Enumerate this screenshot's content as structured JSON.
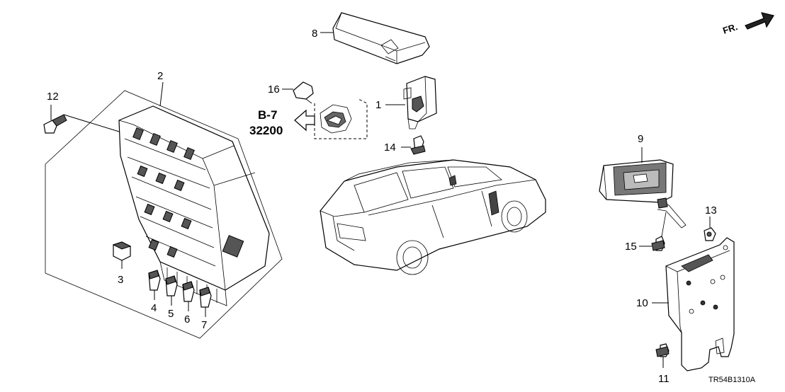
{
  "diagram": {
    "diagram_code": "TR54B1310A",
    "direction_label": "FR.",
    "reference": {
      "section": "B-7",
      "part_number": "32200"
    },
    "callouts": [
      "1",
      "2",
      "3",
      "4",
      "5",
      "6",
      "7",
      "8",
      "9",
      "10",
      "11",
      "12",
      "13",
      "14",
      "15",
      "16"
    ]
  }
}
